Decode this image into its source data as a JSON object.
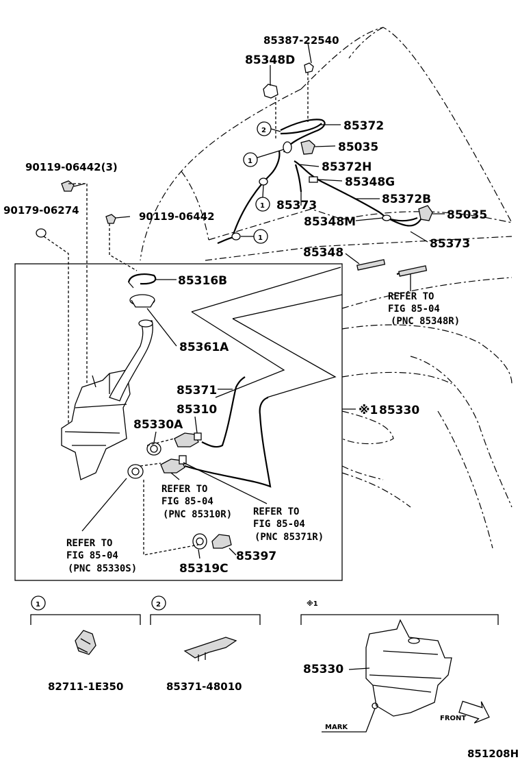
{
  "labels": {
    "p85387_22540": "85387-22540",
    "p85348D": "85348D",
    "p85372": "85372",
    "p85035a": "85035",
    "p85372H": "85372H",
    "p85348G": "85348G",
    "p85373a": "85373",
    "p85372B": "85372B",
    "p85035b": "85035",
    "p85348M": "85348M",
    "p85373b": "85373",
    "p85348": "85348",
    "p90119_06442_3": "90119-06442(3)",
    "p90179_06274": "90179-06274",
    "p90119_06442": "90119-06442",
    "p85316B": "85316B",
    "p85361A": "85361A",
    "p85371": "85371",
    "p85310": "85310",
    "p85330A": "85330A",
    "p85330": "85330",
    "p85330_mark": "※1",
    "p85397": "85397",
    "p85319C": "85319C",
    "p85330_inset": "85330"
  },
  "refs": {
    "r85348R": [
      "REFER TO",
      "FIG 85-04",
      "(PNC 85348R)"
    ],
    "r85310R": [
      "REFER TO",
      "FIG 85-04",
      "(PNC 85310R)"
    ],
    "r85371R": [
      "REFER TO",
      "FIG 85-04",
      "(PNC 85371R)"
    ],
    "r85330S": [
      "REFER TO",
      "FIG 85-04",
      "(PNC 85330S)"
    ]
  },
  "callouts": {
    "c1": "1",
    "c2": "2"
  },
  "insets": {
    "inset1_num": "1",
    "inset1_part": "82711-1E350",
    "inset2_num": "2",
    "inset2_part": "85371-48010",
    "inset3_mark": "※1",
    "inset3_mark_label": "MARK",
    "inset3_front_label": "FRONT"
  },
  "figure_id": "851208H"
}
